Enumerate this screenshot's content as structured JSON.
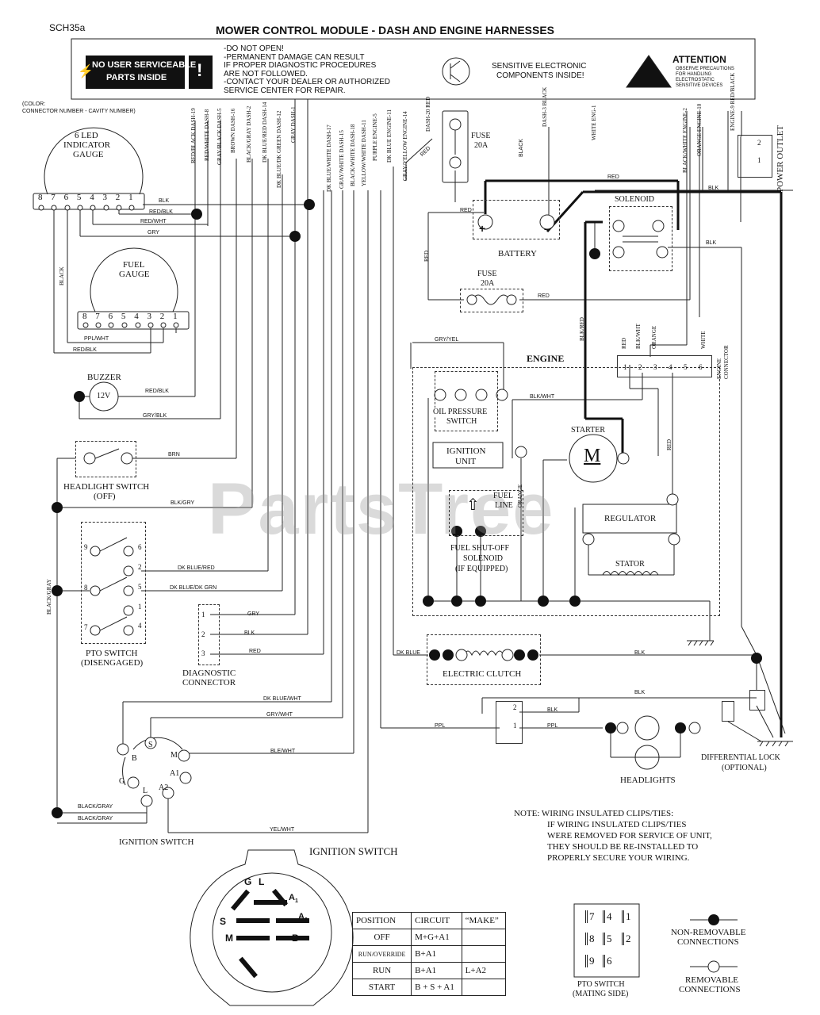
{
  "header": {
    "code": "SCH35a",
    "title": "MOWER CONTROL MODULE - DASH AND ENGINE HARNESSES"
  },
  "warning_banner": {
    "no_service_line1": "NO USER SERVICEABLE",
    "no_service_line2": "PARTS INSIDE",
    "notes": [
      "-DO NOT OPEN!",
      "-PERMANENT DAMAGE CAN RESULT",
      " IF PROPER DIAGNOSTIC PROCEDURES",
      "  ARE NOT FOLLOWED.",
      "-CONTACT YOUR DEALER OR AUTHORIZED",
      " SERVICE CENTER FOR REPAIR."
    ],
    "sensitive_line1": "SENSITIVE ELECTRONIC",
    "sensitive_line2": "COMPONENTS INSIDE!",
    "attention": "ATTENTION",
    "attention_sub": [
      "OBSERVE PRECAUTIONS",
      "FOR HANDLING",
      "ELECTROSTATIC",
      "SENSITIVE DEVICES"
    ]
  },
  "legend_note": [
    "(COLOR:",
    "CONNECTOR NUMBER - CAVITY NUMBER)"
  ],
  "harness_labels": [
    "RED/BLACK DASH-19",
    "RED/WHITE DASH-8",
    "GRAY/BLACK DASH-5",
    "BROWN DASH-16",
    "BLACK/GRAY DASH-2",
    "DK BLUE/RED DASH-14",
    "DK BLUE/DK GREEN DASH-12",
    "GRAY DASH-1",
    "DK BLUE/WHITE DASH-17",
    "GRAY/WHITE DASH-15",
    "BLACK/WHITE DASH-18",
    "YELLOW/WHITE DASH-11",
    "PURPLE ENGINE-5",
    "DK BLUE ENGINE-11",
    "GRAY/YELLOW ENGINE-14",
    "DASH-20 RED",
    "DASH-3 BLACK",
    "WHITE ENG-1",
    "BLACK/WHITE ENGINE-2",
    "ORANGE ENGINE-10",
    "ENGINE-9 RED/BLACK"
  ],
  "led_gauge": {
    "title": [
      "6 LED",
      "INDICATOR",
      "GAUGE"
    ],
    "pins": [
      "8",
      "7",
      "6",
      "5",
      "4",
      "3",
      "2",
      "1"
    ]
  },
  "fuel_gauge": {
    "title": [
      "FUEL",
      "GAUGE"
    ],
    "pins": [
      "8",
      "7",
      "6",
      "5",
      "4",
      "3",
      "2",
      "1"
    ]
  },
  "buzzer": {
    "title": "BUZZER",
    "rating": "12V"
  },
  "headlight_switch": {
    "title": "HEADLIGHT SWITCH",
    "state": "(OFF)"
  },
  "pto_switch": {
    "title": "PTO SWITCH",
    "state": "(DISENGAGED)",
    "pins": [
      "9",
      "6",
      "2",
      "8",
      "5",
      "1",
      "7",
      "4"
    ]
  },
  "diagnostic_connector": {
    "title": [
      "DIAGNOSTIC",
      "CONNECTOR"
    ],
    "pins": [
      "1",
      "2",
      "3"
    ]
  },
  "ignition_switch": {
    "title": "IGNITION SWITCH",
    "terminals": [
      "S",
      "M",
      "B",
      "A1",
      "G",
      "L",
      "A2"
    ]
  },
  "ignition_detail": {
    "title": "IGNITION SWITCH"
  },
  "fuse1": {
    "title": "FUSE",
    "rating": "20A"
  },
  "fuse2": {
    "title": "FUSE",
    "rating": "20A"
  },
  "battery": {
    "title": "BATTERY",
    "plus": "+",
    "minus": "–"
  },
  "solenoid": {
    "title": "SOLENOID"
  },
  "power_outlet": {
    "title": "POWER OUTLET",
    "pins": [
      "2",
      "1"
    ]
  },
  "engine": {
    "title": "ENGINE",
    "connector": [
      "ENGINE",
      "CONNECTOR"
    ],
    "connector_pins": [
      "1",
      "2",
      "3",
      "4",
      "5",
      "6"
    ],
    "connector_wires": [
      "RED",
      "BLK/WHT",
      "ORANGE",
      "WHITE"
    ],
    "oil_pressure": [
      "OIL PRESSURE",
      "SWITCH"
    ],
    "ignition_unit": [
      "IGNITION",
      "UNIT"
    ],
    "starter": "STARTER",
    "motor": "M",
    "fuel_line": [
      "FUEL",
      "LINE"
    ],
    "fuel_solenoid": [
      "FUEL SHUT-OFF",
      "SOLENOID",
      "(IF EQUIPPED)"
    ],
    "regulator": "REGULATOR",
    "stator": "STATOR"
  },
  "electric_clutch": {
    "title": "ELECTRIC CLUTCH"
  },
  "headlights": {
    "title": "HEADLIGHTS"
  },
  "differential_lock": {
    "title": [
      "DIFFERENTIAL LOCK",
      "(OPTIONAL)"
    ]
  },
  "wires": {
    "blk": "BLK",
    "red_blk": "RED/BLK",
    "red_wht": "RED/WHT",
    "gry": "GRY",
    "black": "BLACK",
    "ppl_wht": "PPL/WHT",
    "brn": "BRN",
    "blk_gry": "BLK/GRY",
    "dk_blue_red": "DK BLUE/RED",
    "dk_blue_grn": "DK BLUE/DK GRN",
    "black_gray": "BLACK/GRAY",
    "gry_blk": "GRY/BLK",
    "red": "RED",
    "dk_blue": "DK BLUE",
    "dk_blue_wht": "DK BLUE/WHT",
    "gry_wht": "GRY/WHT",
    "ble_wht": "BLE/WHT",
    "yel_wht": "YEL/WHT",
    "ppl": "PPL",
    "gry_yel": "GRY/YEL",
    "blk_wht": "BLK/WHT",
    "orange": "ORANGE",
    "blk_red": "BLK/RED",
    "white": "WHITE",
    "gry_blk_small": "GRY"
  },
  "note": {
    "lines": [
      "NOTE: WIRING INSULATED CLIPS/TIES:",
      "IF WIRING INSULATED CLIPS/TIES",
      "WERE REMOVED FOR SERVICE OF UNIT,",
      "THEY SHOULD BE RE-INSTALLED TO",
      "PROPERLY SECURE YOUR WIRING."
    ]
  },
  "position_table": {
    "headers": [
      "POSITION",
      "CIRCUIT",
      "“MAKE”"
    ],
    "rows": [
      [
        "OFF",
        "M+G+A1",
        ""
      ],
      [
        "RUN/OVERRIDE",
        "B+A1",
        ""
      ],
      [
        "RUN",
        "B+A1",
        "L+A2"
      ],
      [
        "START",
        "B + S + A1",
        ""
      ]
    ]
  },
  "pto_mating": {
    "pins": [
      "7",
      "4",
      "1",
      "8",
      "5",
      "2",
      "9",
      "6"
    ],
    "title": [
      "PTO SWITCH",
      "(MATING SIDE)"
    ]
  },
  "legend": {
    "non_removable": [
      "NON-REMOVABLE",
      "CONNECTIONS"
    ],
    "removable": [
      "REMOVABLE",
      "CONNECTIONS"
    ]
  },
  "watermark": "PartsTree"
}
